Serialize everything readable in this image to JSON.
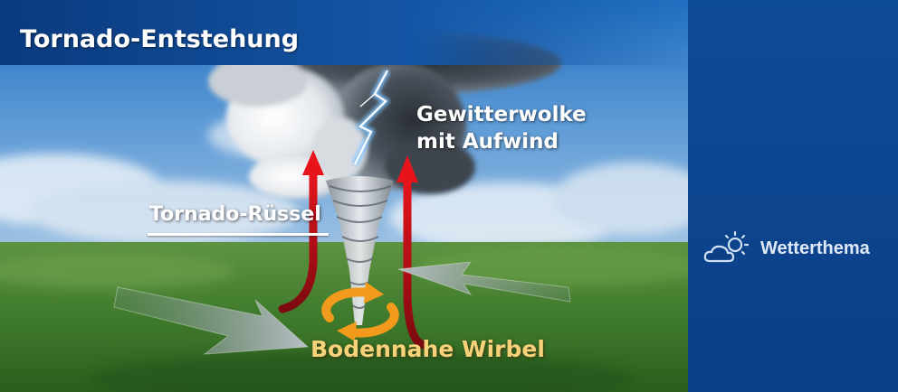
{
  "title": "Tornado-Entstehung",
  "labels": {
    "cloud_line1": "Gewitterwolke",
    "cloud_line2": "mit Aufwind",
    "trunk": "Tornado-Rüssel",
    "ground": "Bodennahe Wirbel"
  },
  "brand": {
    "name": "Wetterthema",
    "icon": "cloud-sun-icon"
  },
  "colors": {
    "sidebar": "#0b3f86",
    "updraft_arrow": "#d8141c",
    "wind_arrow": "#a9b2b8",
    "rotation_arrow": "#f29a1b",
    "ground_label": "#f6d27a"
  }
}
